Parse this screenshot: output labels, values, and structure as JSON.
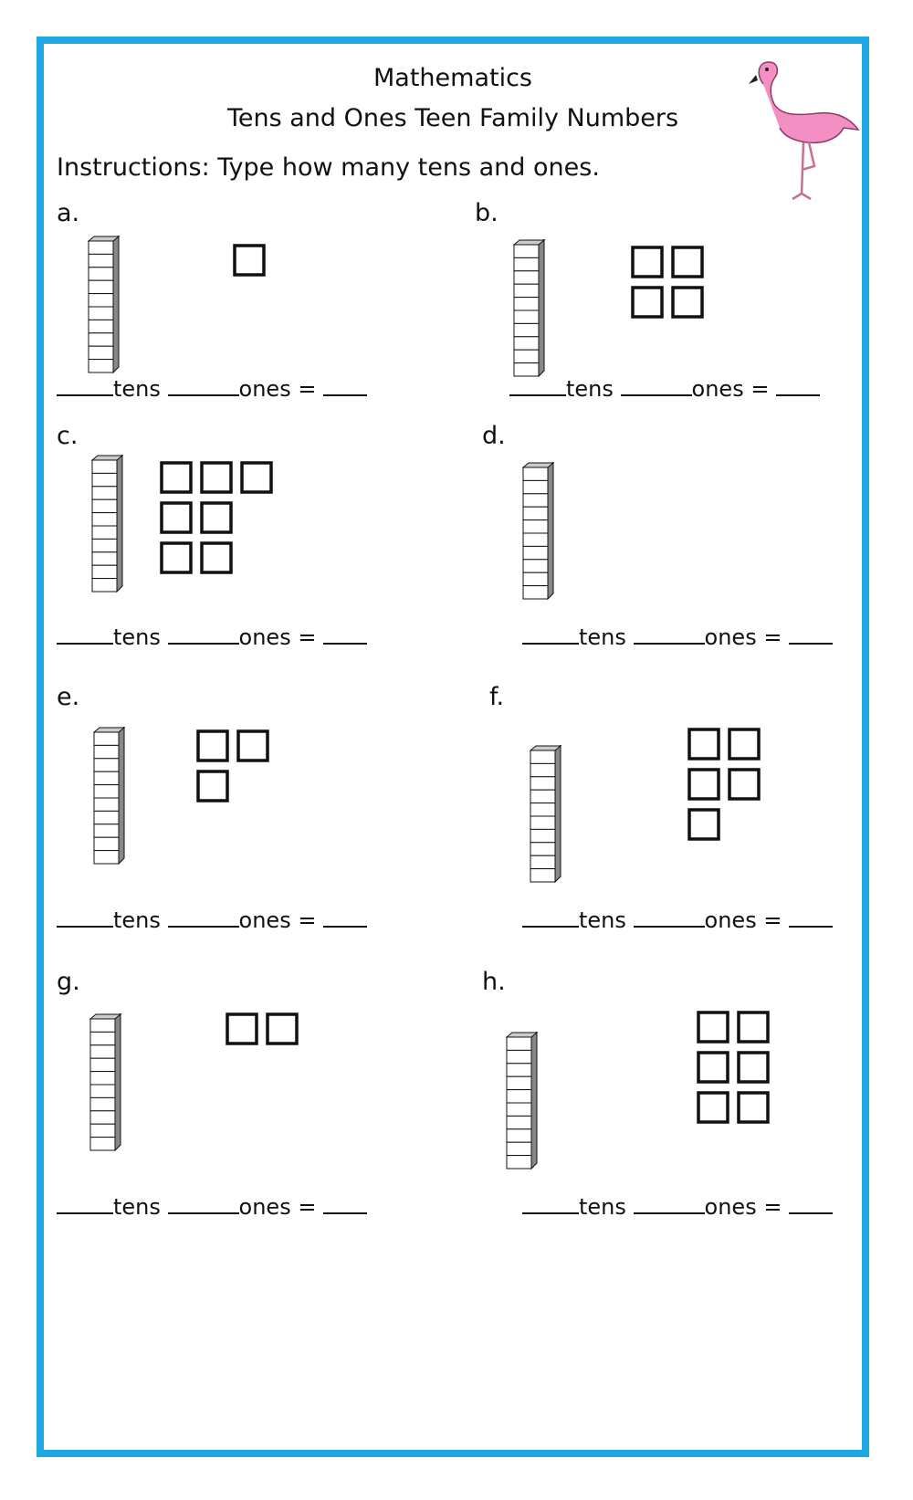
{
  "header": {
    "subject": "Mathematics",
    "topic": "Tens and Ones Teen Family Numbers",
    "instructions": "Instructions: Type how many tens and ones."
  },
  "answer_template": {
    "tens": "tens",
    "ones": "ones ="
  },
  "problems": [
    {
      "label": "a.",
      "tens_rods": 1,
      "ones_cubes": 1
    },
    {
      "label": "b.",
      "tens_rods": 1,
      "ones_cubes": 4
    },
    {
      "label": "c.",
      "tens_rods": 1,
      "ones_cubes": 7
    },
    {
      "label": "d.",
      "tens_rods": 1,
      "ones_cubes": 0
    },
    {
      "label": "e.",
      "tens_rods": 1,
      "ones_cubes": 3
    },
    {
      "label": "f.",
      "tens_rods": 1,
      "ones_cubes": 5
    },
    {
      "label": "g.",
      "tens_rods": 1,
      "ones_cubes": 2
    },
    {
      "label": "h.",
      "tens_rods": 1,
      "ones_cubes": 6
    }
  ],
  "colors": {
    "border": "#1ea7e0",
    "flamingo": "#f48fc4"
  }
}
